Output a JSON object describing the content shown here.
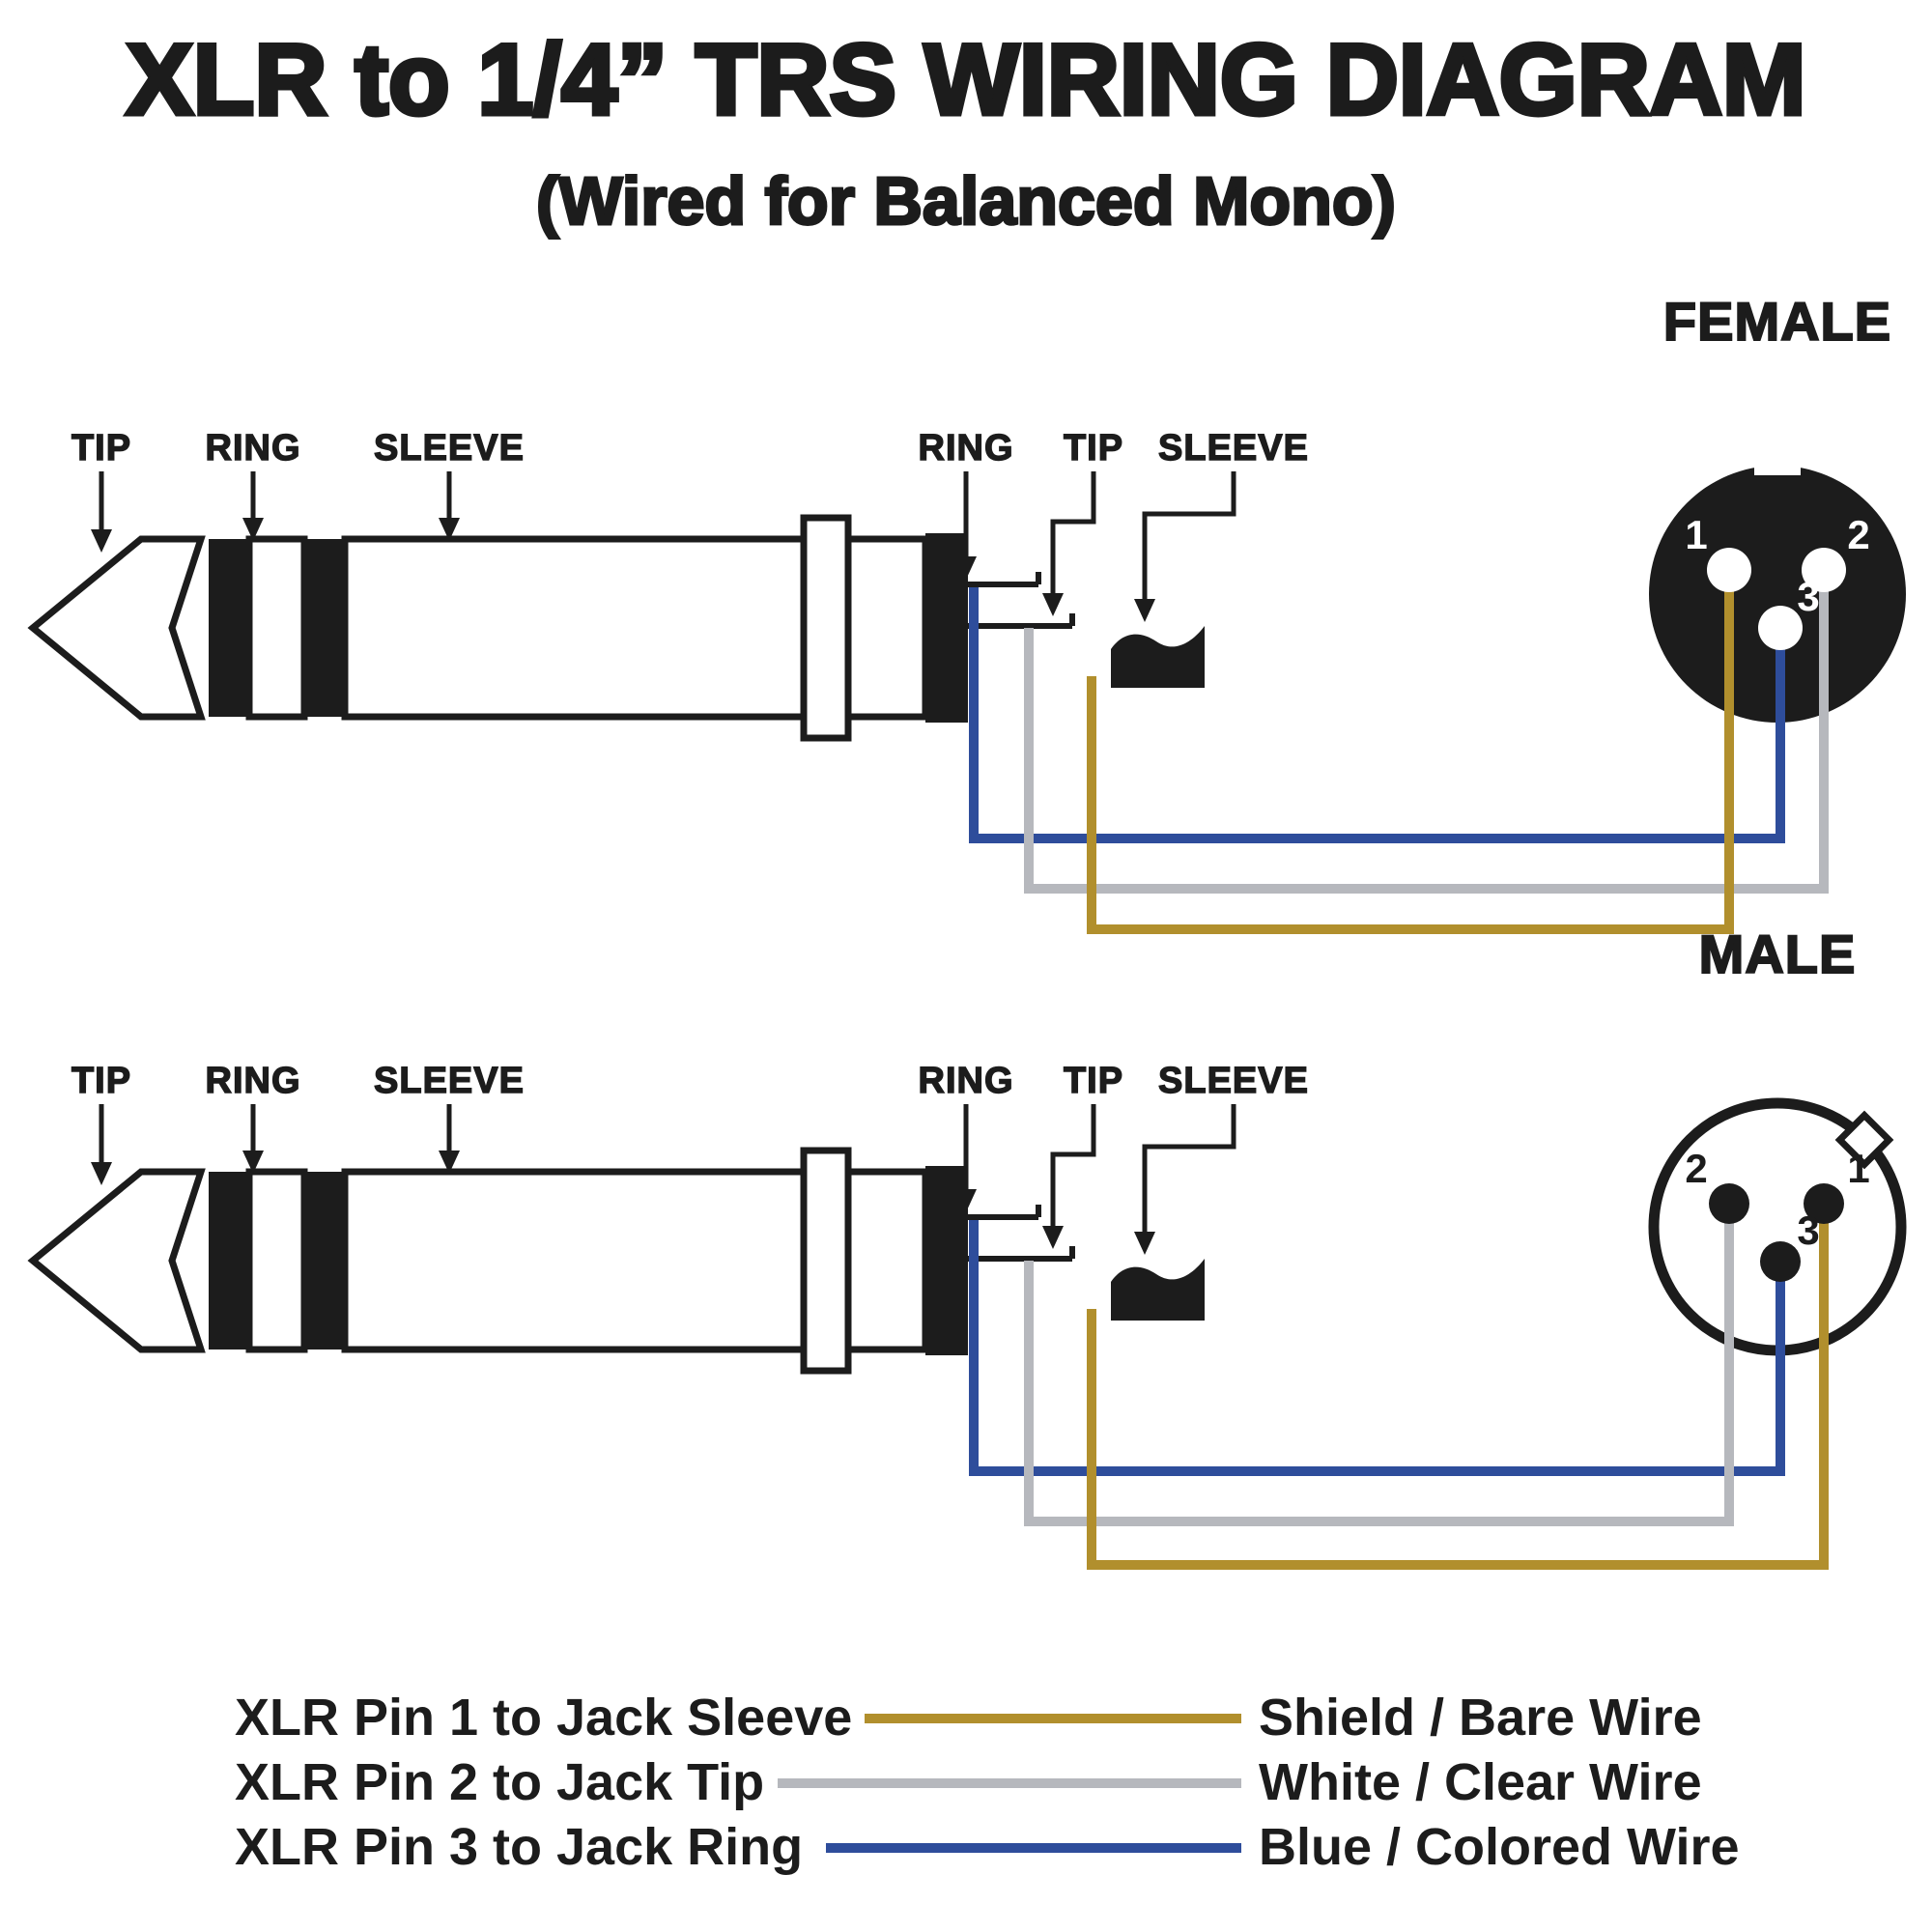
{
  "header": {
    "title": "XLR to 1/4” TRS WIRING DIAGRAM",
    "subtitle": "(Wired for Balanced Mono)"
  },
  "diagrams": {
    "top": {
      "plug_labels": {
        "tip": "TIP",
        "ring": "RING",
        "sleeve": "SLEEVE"
      },
      "terminal_labels": {
        "ring": "RING",
        "tip": "TIP",
        "sleeve": "SLEEVE"
      },
      "xlr": {
        "title": "FEMALE",
        "pin_left": "1",
        "pin_right": "2",
        "pin_center": "3"
      }
    },
    "bottom": {
      "plug_labels": {
        "tip": "TIP",
        "ring": "RING",
        "sleeve": "SLEEVE"
      },
      "terminal_labels": {
        "ring": "RING",
        "tip": "TIP",
        "sleeve": "SLEEVE"
      },
      "xlr": {
        "title": "MALE",
        "pin_left": "2",
        "pin_right": "1",
        "pin_center": "3"
      }
    }
  },
  "colors": {
    "ink": "#1c1c1c",
    "shield_wire": "#b18f2d",
    "white_wire": "#b6b8bd",
    "blue_wire": "#2e4d9b"
  },
  "legend": {
    "rows": [
      {
        "connection": "XLR Pin 1 to Jack Sleeve",
        "wire": "Shield / Bare Wire",
        "color": "#b18f2d"
      },
      {
        "connection": "XLR Pin 2 to Jack Tip",
        "wire": "White / Clear Wire",
        "color": "#b6b8bd"
      },
      {
        "connection": "XLR Pin 3 to Jack Ring",
        "wire": "Blue / Colored Wire",
        "color": "#2e4d9b"
      }
    ]
  }
}
